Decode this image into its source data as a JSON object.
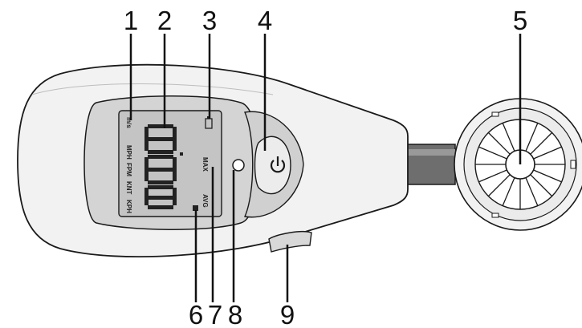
{
  "callouts": [
    {
      "id": "1",
      "text": "1"
    },
    {
      "id": "2",
      "text": "2"
    },
    {
      "id": "3",
      "text": "3"
    },
    {
      "id": "4",
      "text": "4"
    },
    {
      "id": "5",
      "text": "5"
    },
    {
      "id": "6",
      "text": "6"
    },
    {
      "id": "7",
      "text": "7"
    },
    {
      "id": "8",
      "text": "8"
    },
    {
      "id": "9",
      "text": "9"
    }
  ],
  "lcd": {
    "units": [
      "m/s",
      "MPH",
      "FPM",
      "KNT",
      "KPH"
    ],
    "max_label": "MAX",
    "avg_label": "AVG"
  },
  "colors": {
    "body": "#f2f2f2",
    "outline": "#1a1a1a",
    "bezel": "#d4d4d4",
    "screen": "#c4c4c4",
    "button": "#ececec",
    "segments": "#222222"
  },
  "icons": [
    "power-icon",
    "battery-icon",
    "impeller-icon",
    "hold-button-icon"
  ]
}
